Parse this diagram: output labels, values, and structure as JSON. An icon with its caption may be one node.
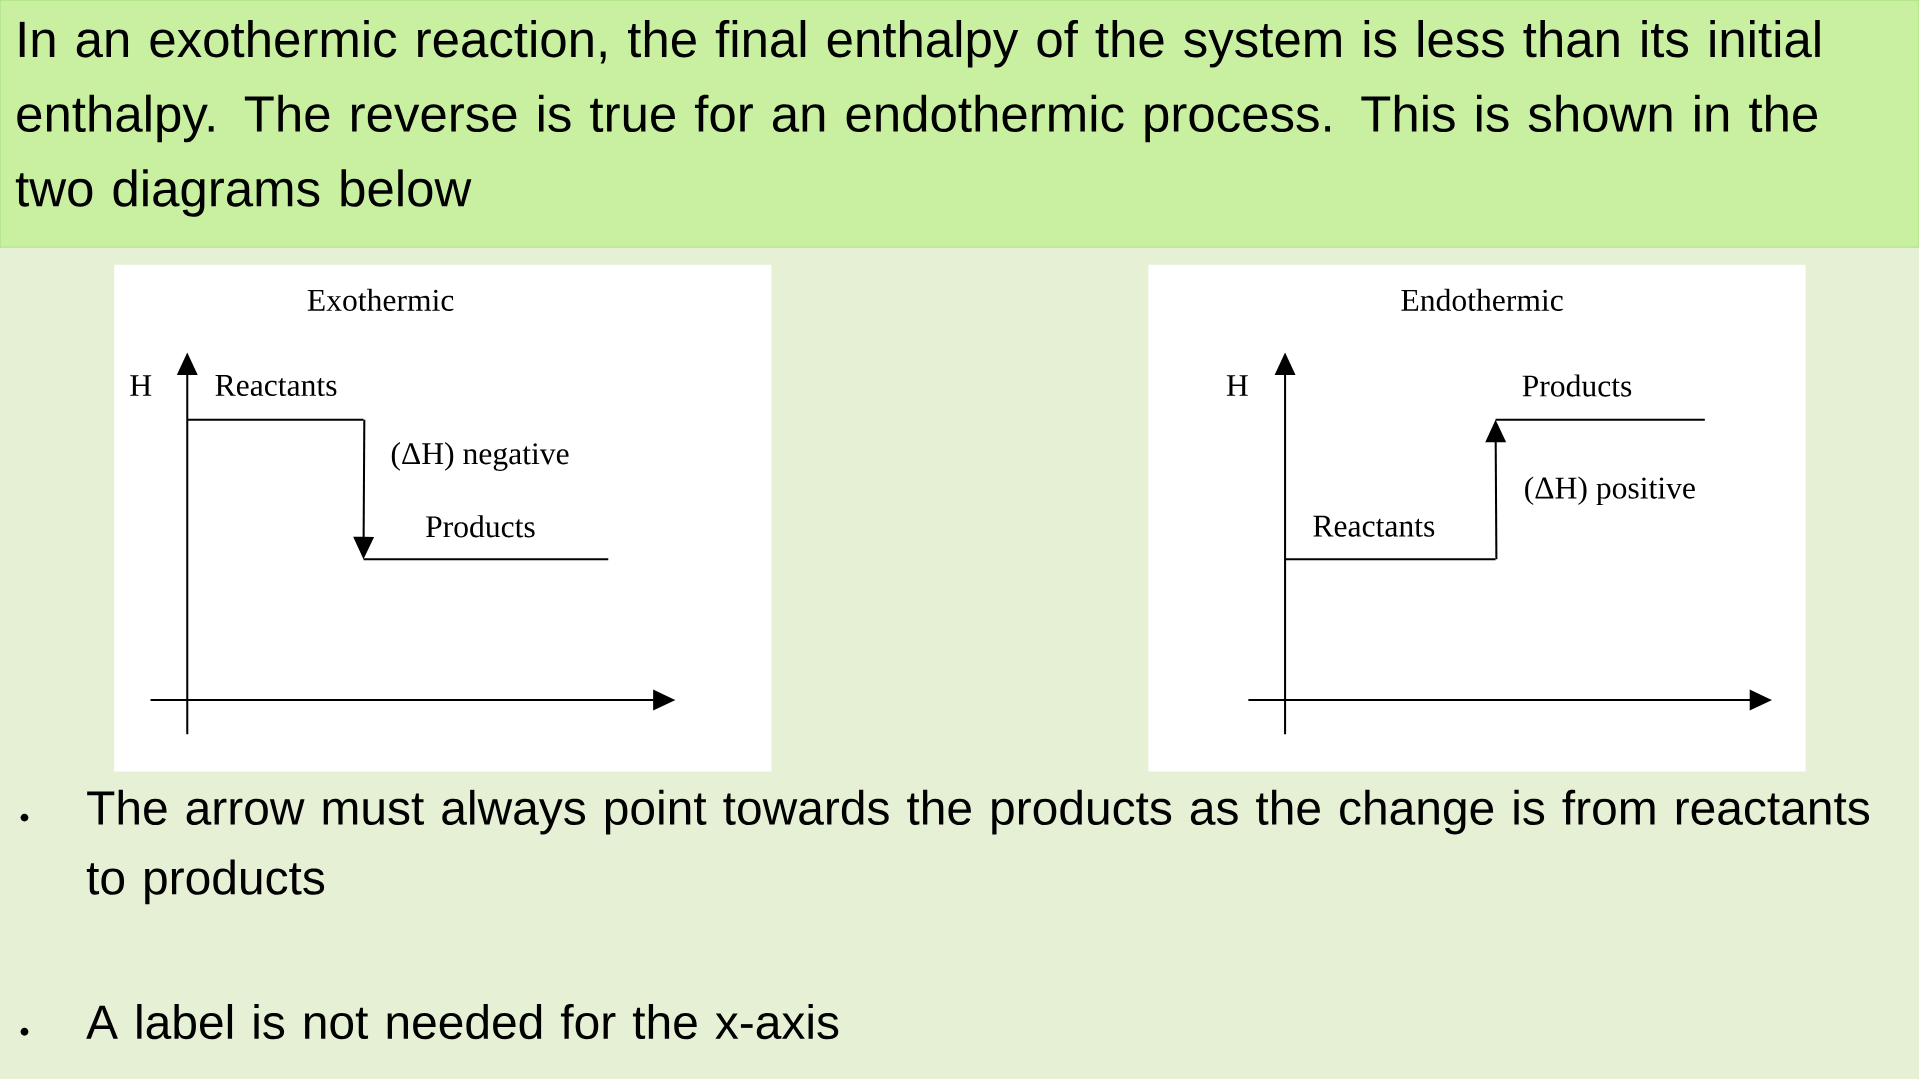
{
  "diagram": {
    "title": "In an exothermic reaction, the final enthalpy of the system is less than its initial enthalpy. The reverse is true for an endothermic process. This is shown in the two diagrams below",
    "nodes": [
      {
        "text": [
          "Exothermic"
        ]
      },
      {
        "text": [
          "Reactants"
        ],
        "in": 0
      },
      {
        "text": [
          "Products"
        ],
        "in": 0
      },
      {
        "text": [
          "Endothermic"
        ]
      },
      {
        "text": [
          "Reactants"
        ],
        "in": 3
      },
      {
        "text": [
          "Products"
        ],
        "in": 3
      }
    ],
    "edges": [
      {
        "from": 1,
        "to": 2,
        "arrow": "to",
        "label": "(ΔH) negative"
      },
      {
        "from": 4,
        "to": 5,
        "arrow": "to",
        "label": "(ΔH) positive"
      }
    ],
    "labels": [
      "H",
      "H",
      "The arrow must always point towards the products as the change is from reactants to products",
      "A label is not needed for the x-axis"
    ]
  }
}
